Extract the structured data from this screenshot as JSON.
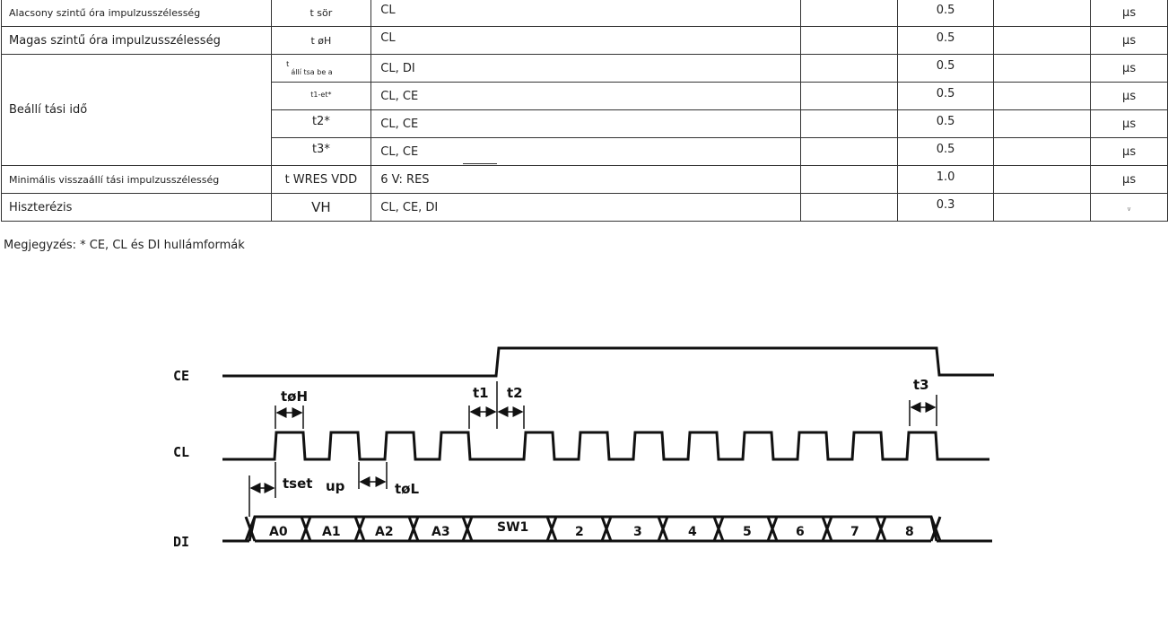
{
  "table": {
    "rows": [
      {
        "name": "Alacsony szintű  óra impulzusszélesség",
        "symbol": "t sör",
        "conditions": "CL",
        "typ": "0.5",
        "unit": "μs"
      },
      {
        "name": "Magas szintű  óra impulzusszélesség",
        "symbol": "t øH",
        "conditions": "CL",
        "typ": "0.5",
        "unit": "μs"
      },
      {
        "name": "Beállí tási idő",
        "symbol": "t",
        "symbol_sub": "állí tsa be a",
        "conditions": "CL, DI",
        "typ": "0.5",
        "unit": "μs"
      },
      {
        "symbol": "t1-et*",
        "conditions": "CL, CE",
        "typ": "0.5",
        "unit": "μs"
      },
      {
        "symbol": "t2*",
        "conditions": "CL, CE",
        "typ": "0.5",
        "unit": "μs"
      },
      {
        "symbol": "t3*",
        "conditions": "CL, CE",
        "typ": "0.5",
        "unit": "μs"
      },
      {
        "name": "Minimális visszaállí tási impulzusszélesség",
        "symbol": "t WRES VDD",
        "conditions": "6 V: RES",
        "typ": "1.0",
        "unit": "μs"
      },
      {
        "name": "Hiszterézis",
        "symbol": "VH",
        "conditions": "CL, CE, DI",
        "typ": "0.3",
        "unit": "V"
      }
    ]
  },
  "note": "Megjegyzés: * CE, CL és DI hullámformák",
  "diagram": {
    "signals": [
      "CE",
      "CL",
      "DI"
    ],
    "timing_labels": {
      "t_phi_h": "tøH",
      "t1": "t1",
      "t2": "t2",
      "t3": "t3",
      "tset": "tset",
      "up": "up",
      "t_phi_l": "tøL"
    },
    "di_cells": [
      "A0",
      "A1",
      "A2",
      "A3",
      "SW1",
      "2",
      "3",
      "4",
      "5",
      "6",
      "7",
      "8"
    ]
  }
}
